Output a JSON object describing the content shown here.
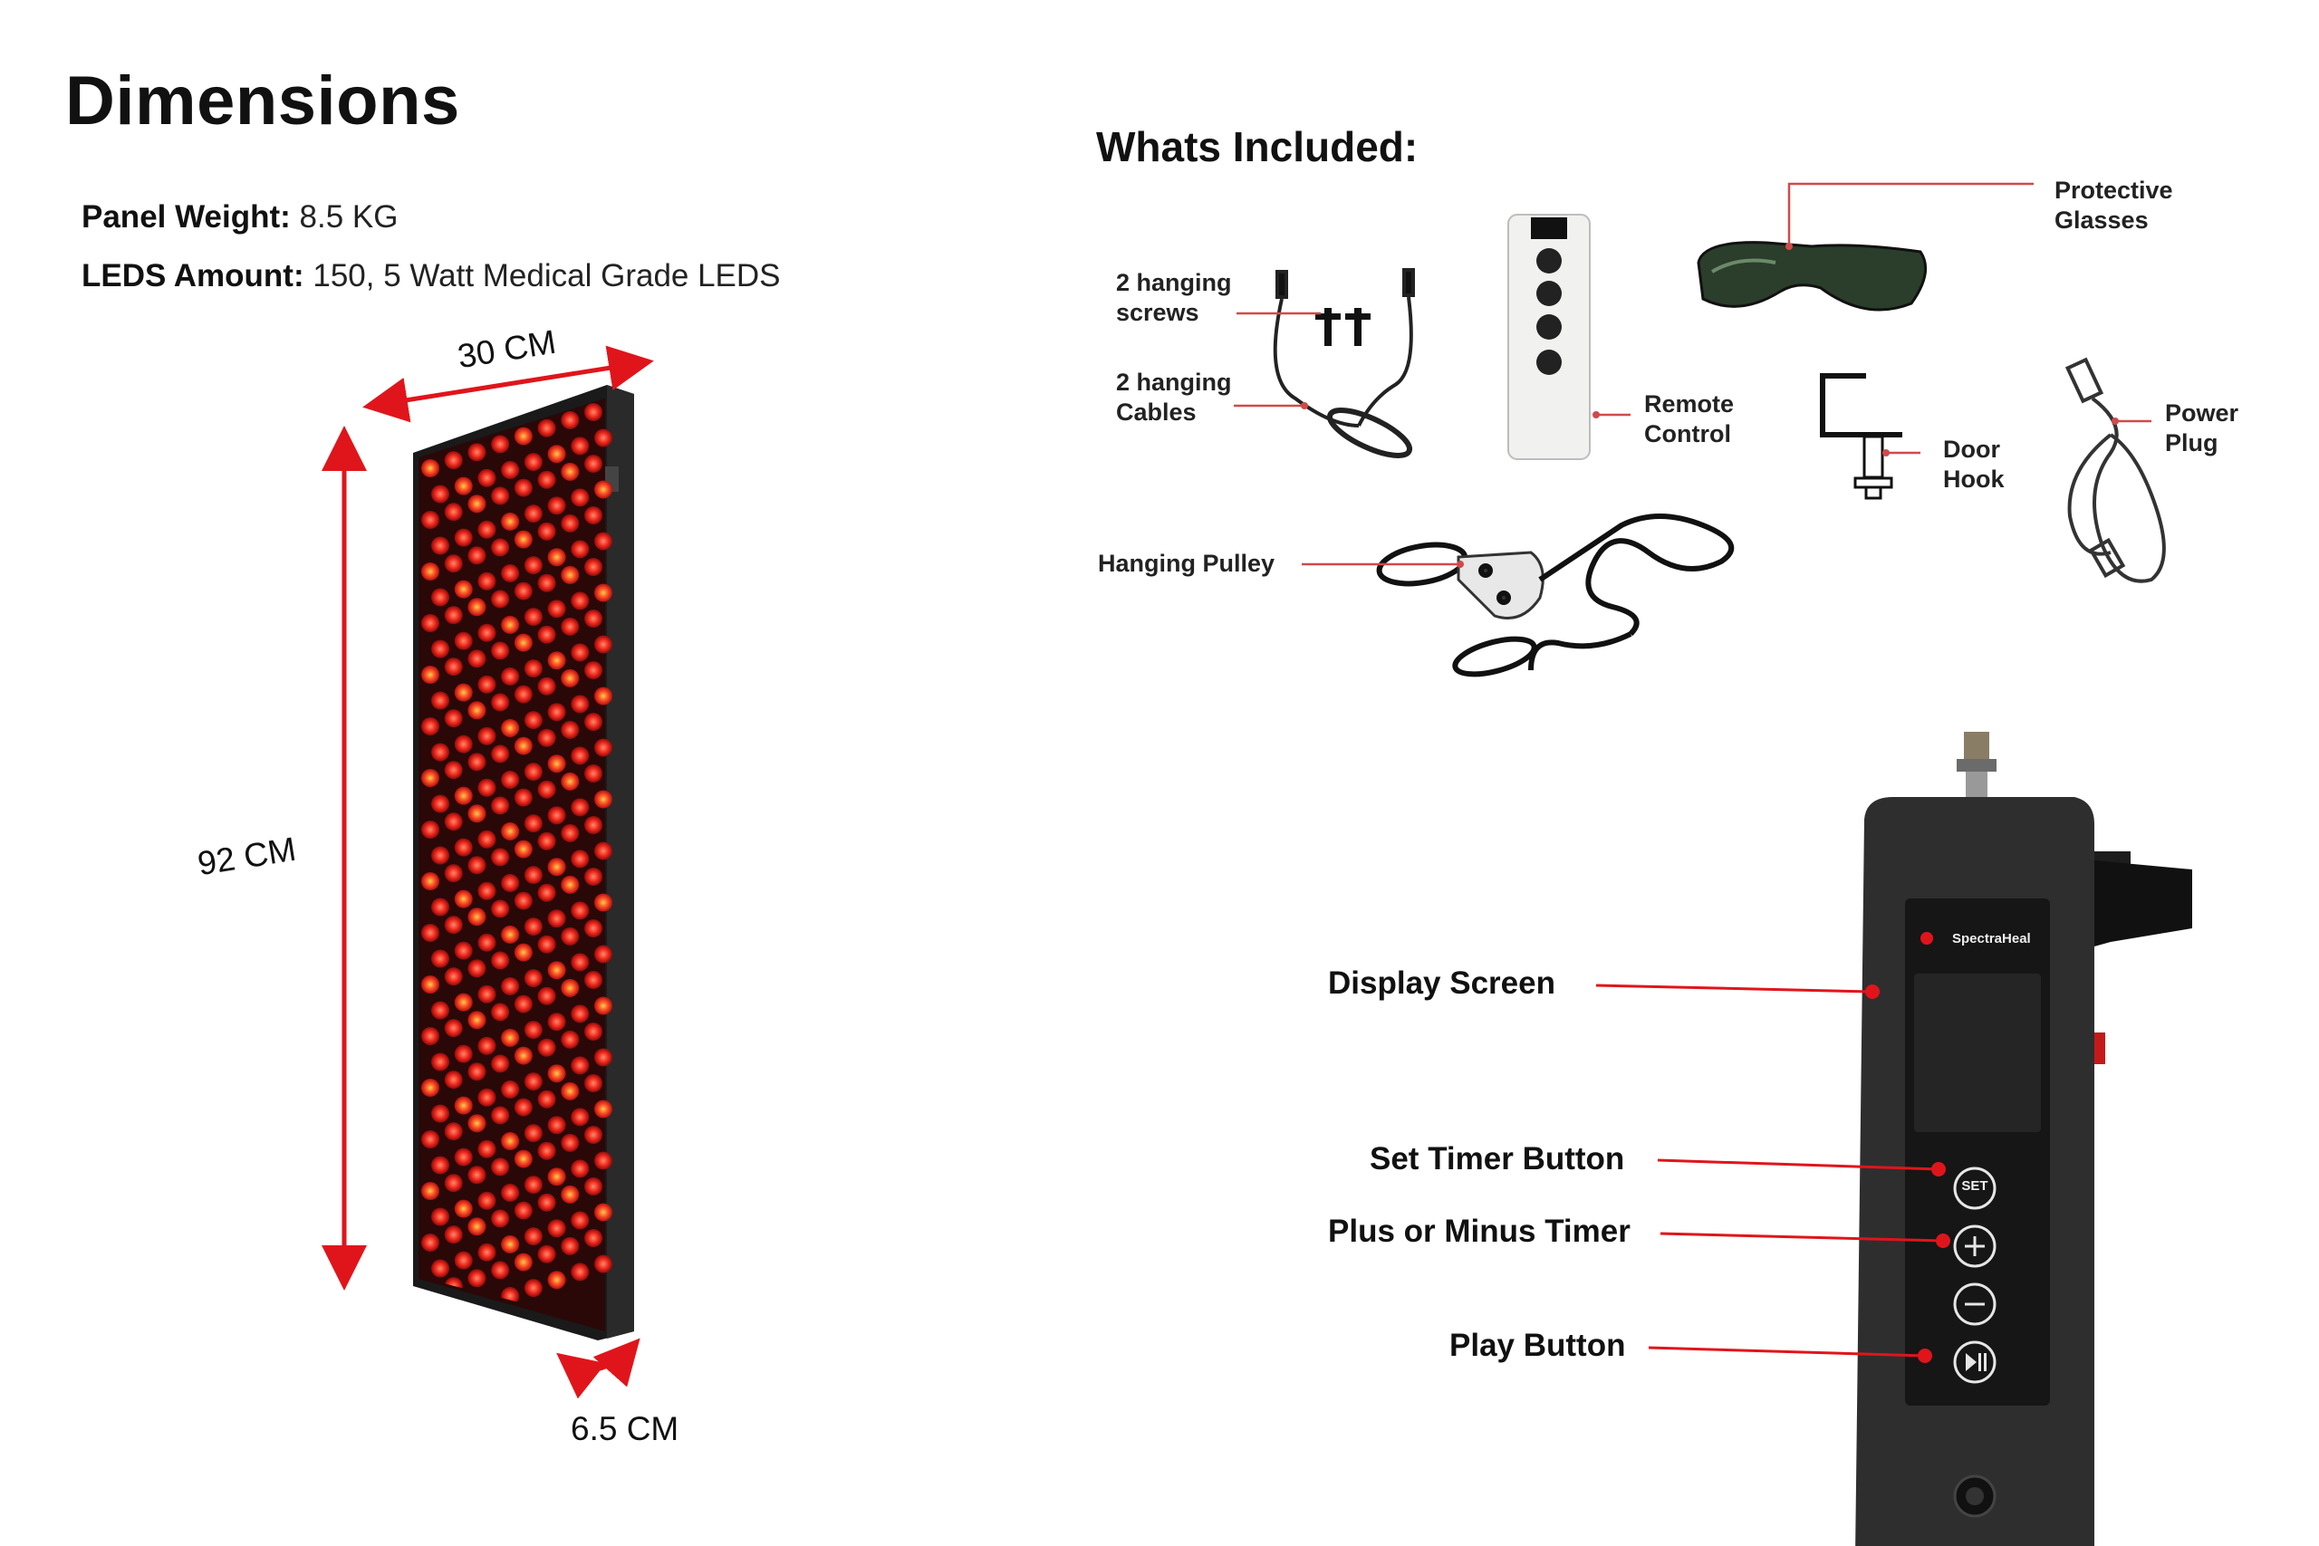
{
  "dimensions": {
    "title": "Dimensions",
    "weight_label": "Panel Weight:",
    "weight_value": "8.5 KG",
    "leds_label": "LEDS Amount:",
    "leds_value": "150, 5 Watt Medical Grade LEDS",
    "width_label": "30 CM",
    "height_label": "92 CM",
    "depth_label": "6.5 CM"
  },
  "included": {
    "title": "Whats Included:",
    "screws": "2 hanging\nscrews",
    "cables": "2 hanging\nCables",
    "remote": "Remote\nControl",
    "glasses": "Protective\nGlasses",
    "door_hook": "Door\nHook",
    "power_plug": "Power\nPlug",
    "pulley": "Hanging Pulley"
  },
  "controls": {
    "brand": "SpectraHeal",
    "display": "Display Screen",
    "set_timer": "Set Timer Button",
    "plus_minus": "Plus or Minus Timer",
    "play": "Play Button",
    "set_btn": "SET"
  },
  "colors": {
    "accent": "#e0151b",
    "panel": "#1c1c1c",
    "led": "#ff3a22"
  }
}
